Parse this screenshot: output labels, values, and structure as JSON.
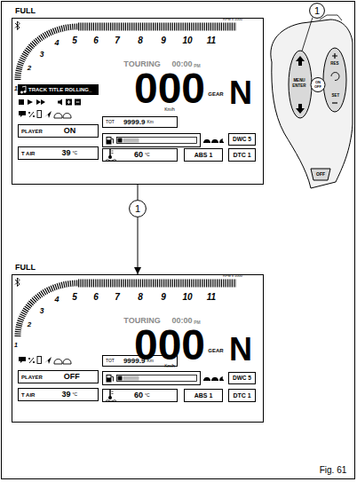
{
  "diagram": {
    "nodes": [
      {
        "text": [
          "FULL"
        ]
      },
      {
        "text": [
          "TRACK TITLE ROLLING_"
        ],
        "in": 0
      },
      {
        "text": [
          "PLAYER",
          "ON"
        ],
        "in": 0
      },
      {
        "text": [
          "TOT",
          "9999.9",
          "Km"
        ],
        "in": 0
      },
      {
        "text": [
          "DWC 5"
        ],
        "in": 0
      },
      {
        "text": [
          "T AIR",
          "39",
          "°C"
        ],
        "in": 0
      },
      {
        "text": [
          "60",
          "°C"
        ],
        "in": 0
      },
      {
        "text": [
          "ABS 1"
        ],
        "in": 0
      },
      {
        "text": [
          "DTC 1"
        ],
        "in": 0
      },
      {
        "text": [
          "1"
        ]
      },
      {
        "text": [
          "1"
        ]
      },
      {
        "text": [
          "FULL"
        ]
      },
      {
        "text": [
          "PLAYER",
          "OFF"
        ],
        "in": 11
      },
      {
        "text": [
          "TOT",
          "9999.9",
          "Km"
        ],
        "in": 11
      },
      {
        "text": [
          "DWC 5"
        ],
        "in": 11
      },
      {
        "text": [
          "T AIR",
          "39",
          "°C"
        ],
        "in": 11
      },
      {
        "text": [
          "60",
          "°C"
        ],
        "in": 11
      },
      {
        "text": [
          "ABS 1"
        ],
        "in": 11
      },
      {
        "text": [
          "DTC 1"
        ],
        "in": 11
      }
    ],
    "edges": [
      {
        "from": 0,
        "to": 10,
        "arrow": "none"
      },
      {
        "from": 10,
        "to": 11,
        "arrow": "to"
      }
    ],
    "labels": [
      "1",
      "2",
      "3",
      "4",
      "5",
      "6",
      "7",
      "8",
      "9",
      "10",
      "11",
      "RPM x 1000",
      "TOURING",
      "00:00",
      "PM",
      "000",
      "Km/h",
      "GEAR",
      "N",
      "MENU",
      "ENTER",
      "RES",
      "ON",
      "OFF",
      "SET",
      "OFF",
      "1",
      "2",
      "3",
      "4",
      "5",
      "6",
      "7",
      "8",
      "9",
      "10",
      "11",
      "RPM x 1000",
      "TOURING",
      "00:00",
      "PM",
      "000",
      "Km/h",
      "GEAR",
      "N",
      "Fig. 61"
    ]
  }
}
